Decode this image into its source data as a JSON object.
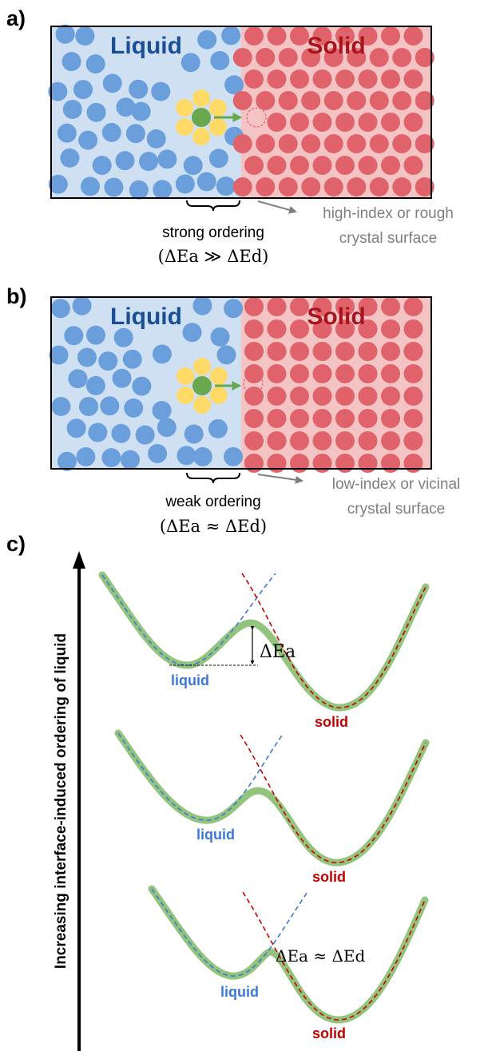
{
  "panels": [
    {
      "letter": "a)",
      "liquid_label": "Liquid",
      "solid_label": "Solid",
      "ordering_label": "strong ordering",
      "ordering_relation": "(ΔEa ≫ ΔEd)",
      "surface_line1": "high-index or rough",
      "surface_line2": "crystal surface",
      "solid_packing": "staggered"
    },
    {
      "letter": "b)",
      "liquid_label": "Liquid",
      "solid_label": "Solid",
      "ordering_label": "weak ordering",
      "ordering_relation": "(ΔEa ≈ ΔEd)",
      "surface_line1": "low-index or vicinal",
      "surface_line2": "crystal surface",
      "solid_packing": "square"
    }
  ],
  "panel_c": {
    "letter": "c)",
    "axis_label": "Increasing interface-induced ordering of liquid",
    "curves": [
      {
        "liquid_label": "liquid",
        "solid_label": "solid",
        "barrier_label": "ΔEa"
      },
      {
        "liquid_label": "liquid",
        "solid_label": "solid",
        "barrier_label": ""
      },
      {
        "liquid_label": "liquid",
        "solid_label": "solid",
        "barrier_label": "ΔEa ≈ ΔEd"
      }
    ]
  },
  "colors": {
    "liquid_bg": "#cfe0f3",
    "liquid_particle": "#6a9fdc",
    "liquid_text": "#1a4f95",
    "solid_bg": "#f4c4c4",
    "solid_particle": "#e0636b",
    "solid_text": "#a8141c",
    "ordered_particle": "#fed966",
    "atom": "#6aa84f",
    "curve": "#93c47d",
    "liquid_dash": "#3c78d8",
    "solid_dash": "#cc0000",
    "gray_text": "#7f7f7f",
    "liquid_word": "#3c78d8",
    "solid_word": "#c00000"
  }
}
